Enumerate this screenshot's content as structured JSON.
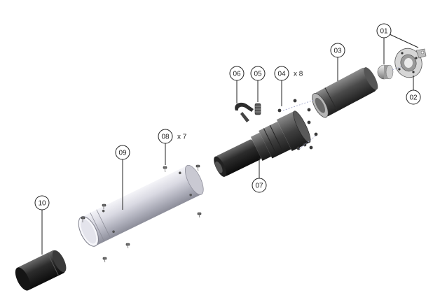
{
  "callouts": [
    {
      "id": "01",
      "qty": ""
    },
    {
      "id": "02",
      "qty": ""
    },
    {
      "id": "03",
      "qty": ""
    },
    {
      "id": "04",
      "qty": "x 8"
    },
    {
      "id": "05",
      "qty": ""
    },
    {
      "id": "06",
      "qty": ""
    },
    {
      "id": "07",
      "qty": ""
    },
    {
      "id": "08",
      "qty": "x 7"
    },
    {
      "id": "09",
      "qty": ""
    },
    {
      "id": "10",
      "qty": ""
    }
  ]
}
